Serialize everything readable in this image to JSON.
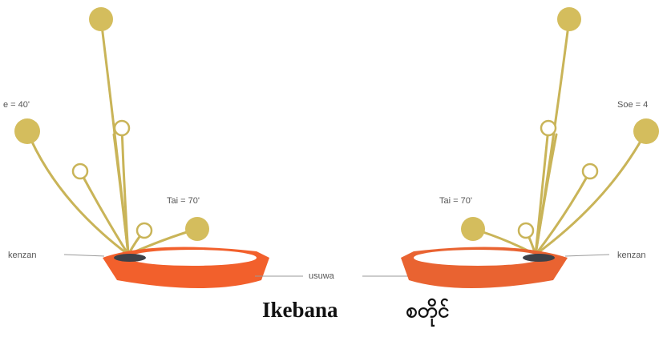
{
  "colors": {
    "stem": "#c9b458",
    "flower": "#d4bd5d",
    "bowl_left": "#f2602c",
    "bowl_right": "#e96331",
    "kenzan": "#3d4148",
    "leader": "#9a9a9a"
  },
  "left_arrangement": {
    "label_soe": "e = 40'",
    "label_tai": "Tai = 70'",
    "label_kenzan": "kenzan"
  },
  "right_arrangement": {
    "label_soe": "Soe = 4",
    "label_tai": "Tai = 70'",
    "label_kenzan": "kenzan"
  },
  "center_label": "usuwa",
  "caption": {
    "left": "Ikebana",
    "right": "စတိုင်"
  }
}
